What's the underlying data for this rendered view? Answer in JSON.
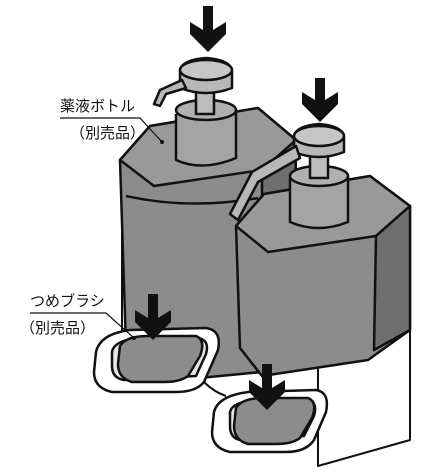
{
  "labels": {
    "bottle_name": "薬液ボトル",
    "bottle_note": "（別売品）",
    "brush_name": "つめブラシ",
    "brush_note": "（別売品）"
  },
  "colors": {
    "bottle_fill": "#8c8c8c",
    "bottle_shade": "#6f6f6f",
    "cap_fill": "#a4a4a4",
    "arrow": "#111111",
    "outline": "#111111",
    "stand": "#ffffff"
  },
  "icons": {
    "press_arrow": "down-arrow-icon"
  }
}
